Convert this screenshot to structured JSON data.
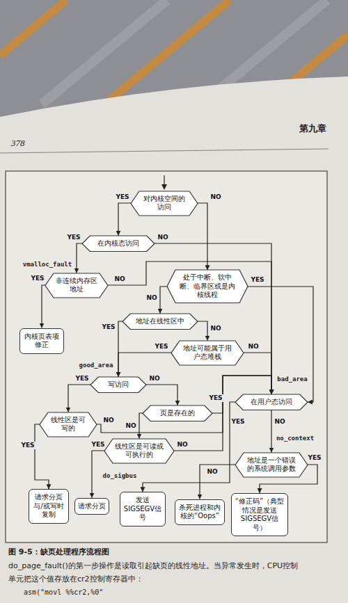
{
  "diagram": {
    "caption": "图 9-5：缺页处理程序流程图",
    "nodes": [
      {
        "text": [
          "对内核空间的访问"
        ]
      },
      {
        "text": [
          "在内核态访问"
        ]
      },
      {
        "text": [
          "非连续内存区地址"
        ]
      },
      {
        "text": [
          "处于中断、软中断、临界区或是内核线程"
        ]
      },
      {
        "text": [
          "内核页表项修正"
        ]
      },
      {
        "text": [
          "地址在线性区中"
        ]
      },
      {
        "text": [
          "地址可能属于用户态堆栈"
        ]
      },
      {
        "text": [
          "写访问"
        ]
      },
      {
        "text": [
          "在用户态访问"
        ]
      },
      {
        "text": [
          "线性区是可写的"
        ]
      },
      {
        "text": [
          "页是存在的"
        ]
      },
      {
        "text": [
          "线性区是可读或可执行的"
        ]
      },
      {
        "text": [
          "地址是一个错误的系统调用参数"
        ]
      },
      {
        "text": [
          "请求分页与/或写时复制"
        ]
      },
      {
        "text": [
          "请求分页"
        ]
      },
      {
        "text": [
          "发送SIGSEGV信号"
        ]
      },
      {
        "text": [
          "杀死进程和内核的“Oops”"
        ]
      },
      {
        "text": [
          "“修正码”（典型情况是发送SIGSEGV信号）"
        ]
      }
    ],
    "edges": [
      {
        "from": 0,
        "to": 1,
        "label": "YES",
        "arrow": "to"
      },
      {
        "from": 0,
        "to": 3,
        "label": "NO",
        "arrow": "to"
      },
      {
        "from": 1,
        "to": 2,
        "label": "YES",
        "arrow": "to"
      },
      {
        "from": 1,
        "to": 8,
        "label": "NO",
        "arrow": "to"
      },
      {
        "from": 2,
        "to": 4,
        "label": "YES",
        "arrow": "to"
      },
      {
        "from": 2,
        "to": 8,
        "label": "NO",
        "arrow": "to"
      },
      {
        "from": 3,
        "to": 5,
        "label": "NO",
        "arrow": "to"
      },
      {
        "from": 3,
        "to": 8,
        "label": "YES",
        "arrow": "to"
      },
      {
        "from": 5,
        "to": 7,
        "label": "YES",
        "arrow": "to"
      },
      {
        "from": 5,
        "to": 6,
        "label": "NO",
        "arrow": "to"
      },
      {
        "from": 6,
        "to": 7,
        "label": "YES",
        "arrow": "to"
      },
      {
        "from": 6,
        "to": 8,
        "label": "NO",
        "arrow": "to"
      },
      {
        "from": 7,
        "to": 9,
        "label": "YES",
        "arrow": "to"
      },
      {
        "from": 7,
        "to": 10,
        "label": "NO",
        "arrow": "to"
      },
      {
        "from": 9,
        "to": 13,
        "label": "YES",
        "arrow": "to"
      },
      {
        "from": 9,
        "to": 8,
        "label": "NO",
        "arrow": "to"
      },
      {
        "from": 10,
        "to": 8,
        "label": "YES",
        "arrow": "to"
      },
      {
        "from": 10,
        "to": 11,
        "label": "NO",
        "arrow": "to"
      },
      {
        "from": 11,
        "to": 14,
        "label": "YES",
        "arrow": "to"
      },
      {
        "from": 11,
        "to": 8,
        "label": "NO",
        "arrow": "to"
      },
      {
        "from": 8,
        "to": 15,
        "label": "YES",
        "arrow": "to"
      },
      {
        "from": 8,
        "to": 12,
        "label": "NO",
        "arrow": "to"
      },
      {
        "from": 12,
        "to": 17,
        "label": "YES",
        "arrow": "to"
      },
      {
        "from": 12,
        "to": 16,
        "label": "NO",
        "arrow": "to"
      }
    ],
    "labels": [
      "378",
      "第九章",
      "vmalloc_fault",
      "good_area",
      "bad_area",
      "no_context",
      "do_sigbus",
      "do_page_fault()的第一步操作是读取引起缺页的线性地址。当异常发生时，CPU控制",
      "单元把这个值存放在cr2控制寄存器中：",
      "asm(\"movl %%cr2,%0\""
    ]
  }
}
